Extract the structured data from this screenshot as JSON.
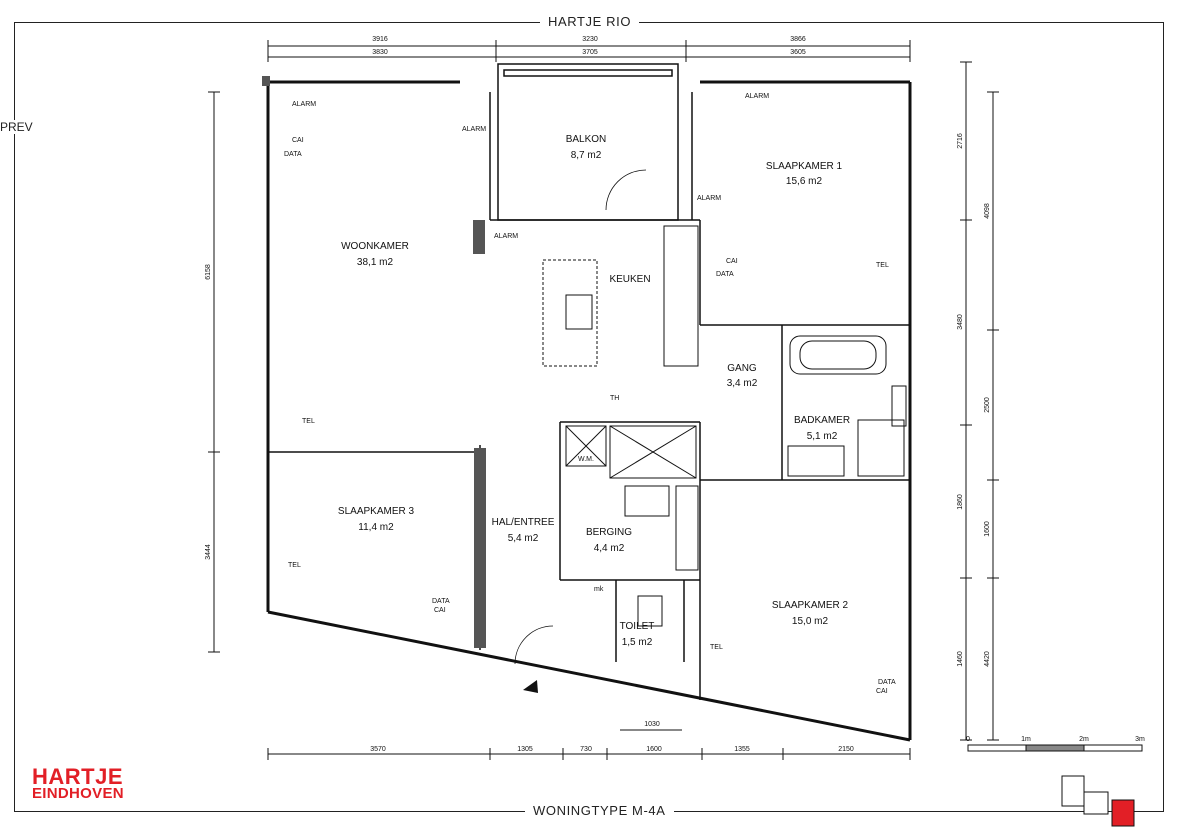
{
  "header": {
    "project_title": "HARTJE RIO",
    "prev_label": "PREV"
  },
  "footer": {
    "plan_type": "WONINGTYPE M-4A",
    "logo_line1": "HARTJE",
    "logo_line2": "EINDHOVEN"
  },
  "rooms": {
    "balkon": {
      "name": "BALKON",
      "area": "8,7 m2"
    },
    "slaapkamer1": {
      "name": "SLAAPKAMER 1",
      "area": "15,6 m2"
    },
    "woonkamer": {
      "name": "WOONKAMER",
      "area": "38,1 m2"
    },
    "keuken": {
      "name": "KEUKEN"
    },
    "gang": {
      "name": "GANG",
      "area": "3,4 m2"
    },
    "badkamer": {
      "name": "BADKAMER",
      "area": "5,1 m2"
    },
    "slaapkamer3": {
      "name": "SLAAPKAMER 3",
      "area": "11,4 m2"
    },
    "hal": {
      "name": "HAL/ENTREE",
      "area": "5,4 m2"
    },
    "berging": {
      "name": "BERGING",
      "area": "4,4 m2"
    },
    "toilet": {
      "name": "TOILET",
      "area": "1,5 m2"
    },
    "slaapkamer2": {
      "name": "SLAAPKAMER 2",
      "area": "15,0 m2"
    }
  },
  "annotations": {
    "alarm": "ALARM",
    "cai": "CAI",
    "data": "DATA",
    "tel": "TEL",
    "th": "TH",
    "wm": "W.M.",
    "mk": "mk"
  },
  "dimensions": {
    "top_outer": [
      "3916",
      "3230",
      "3866"
    ],
    "top_inner": [
      "3830",
      "3705",
      "3605"
    ],
    "bottom": [
      "3570",
      "1305",
      "730",
      "1600",
      "1355",
      "2150"
    ],
    "bottom_small": "1030",
    "left": [
      "6158",
      "3444"
    ],
    "right_a": [
      "2716",
      "3480",
      "1860",
      "1460"
    ],
    "right_b": [
      "4098",
      "2500",
      "1600",
      "4420"
    ]
  },
  "scale_bar": {
    "labels": [
      "0",
      "1m",
      "2m",
      "3m"
    ]
  }
}
